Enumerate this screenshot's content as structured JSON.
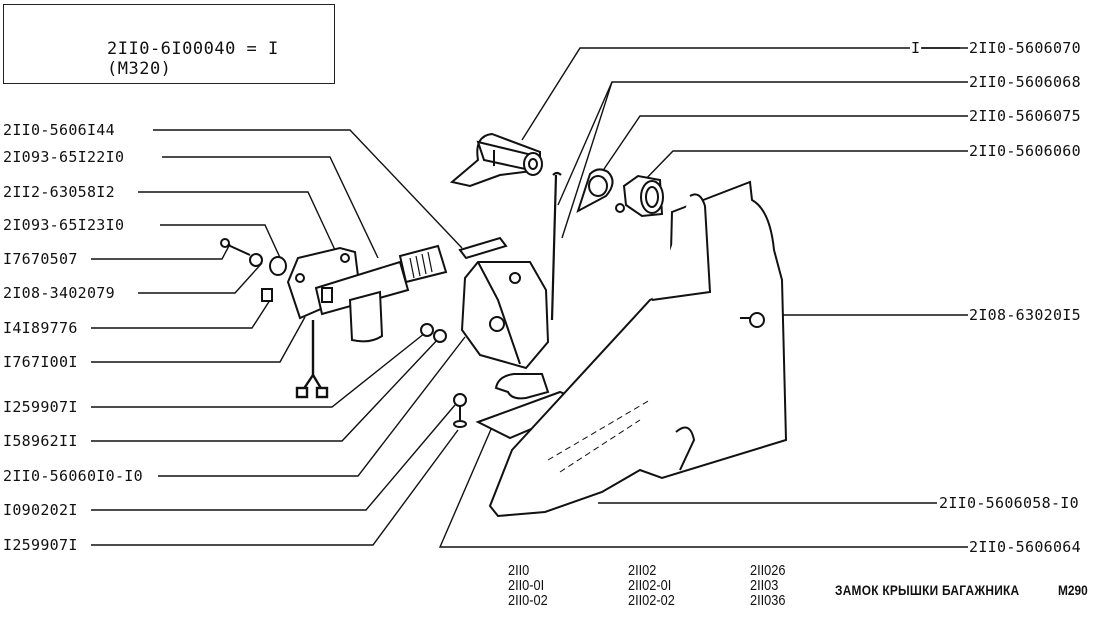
{
  "legend": {
    "icon": "tool-kit-icon",
    "text": "2II0-6I00040 = I (M320)"
  },
  "labels_left": [
    {
      "id": "2110-5606144",
      "text": "2II0-5606I44"
    },
    {
      "id": "21093-6512210",
      "text": "2I093-65I22I0"
    },
    {
      "id": "2112-6305812",
      "text": "2II2-63058I2"
    },
    {
      "id": "21093-6512310",
      "text": "2I093-65I23I0"
    },
    {
      "id": "17670507",
      "text": "I7670507"
    },
    {
      "id": "2108-3402079",
      "text": "2I08-3402079"
    },
    {
      "id": "14189776",
      "text": "I4I89776"
    },
    {
      "id": "17671001",
      "text": "I767I00I"
    },
    {
      "id": "12599071-a",
      "text": "I259907I"
    },
    {
      "id": "15896211",
      "text": "I58962II"
    },
    {
      "id": "2110-5606010-10",
      "text": "2II0-56060I0-I0"
    },
    {
      "id": "10902021",
      "text": "I090202I"
    },
    {
      "id": "12599071-b",
      "text": "I259907I"
    }
  ],
  "labels_right": [
    {
      "id": "2110-5606070",
      "prefix": "I",
      "text": "2II0-5606070"
    },
    {
      "id": "2110-5606068",
      "text": "2II0-5606068"
    },
    {
      "id": "2110-5606075",
      "text": "2II0-5606075"
    },
    {
      "id": "2110-5606060",
      "text": "2II0-5606060"
    },
    {
      "id": "2108-6302015",
      "text": "2I08-63020I5"
    },
    {
      "id": "2110-5606058-10",
      "text": "2II0-5606058-I0"
    },
    {
      "id": "2110-5606064",
      "text": "2II0-5606064"
    }
  ],
  "models": {
    "col1": [
      "2II0",
      "2II0-0I",
      "2II0-02"
    ],
    "col2": [
      "2II02",
      "2II02-0I",
      "2II02-02"
    ],
    "col3": [
      "2II026",
      "2II03",
      "2II036"
    ]
  },
  "title": "ЗАМОК КРЫШКИ БАГАЖНИКА",
  "sheet": "M290",
  "colors": {
    "ink": "#111111",
    "paper": "#ffffff"
  }
}
